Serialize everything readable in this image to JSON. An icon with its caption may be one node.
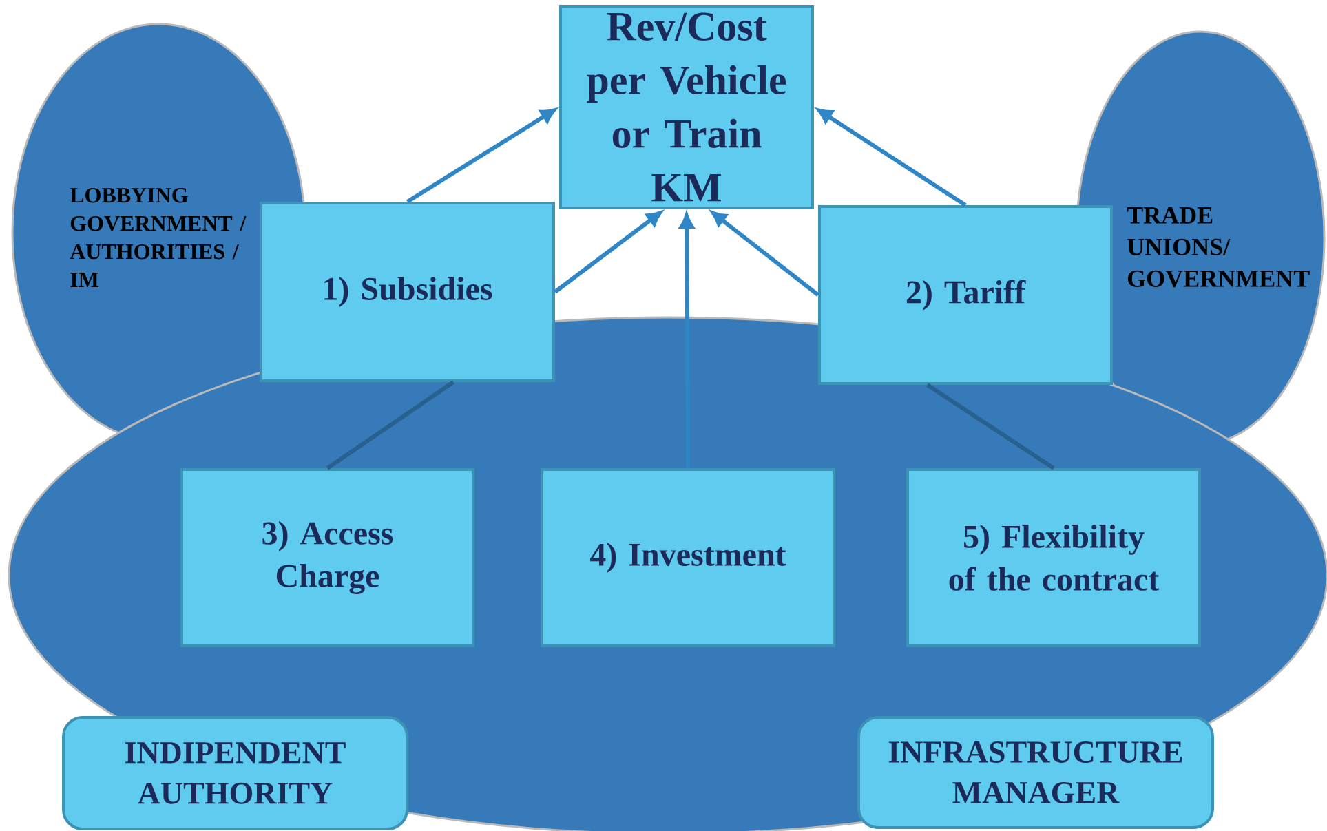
{
  "diagram": {
    "nodes": [
      {
        "text": [
          "LOBBYING GOVERNMENT / AUTHORITIES / IM"
        ]
      },
      {
        "text": [
          "Rev/Cost per Vehicle or Train KM"
        ]
      },
      {
        "text": [
          "TRADE UNIONS/ GOVERNMENT"
        ]
      },
      {
        "text": [
          "1) Subsidies"
        ]
      },
      {
        "text": [
          "2) Tariff"
        ]
      },
      {
        "text": [],
        "shape": "ellipse"
      },
      {
        "text": [
          "3) Access Charge"
        ],
        "in": 5
      },
      {
        "text": [
          "4) Investment"
        ],
        "in": 5
      },
      {
        "text": [
          "5) Flexibility of the contract"
        ],
        "in": 5
      },
      {
        "text": [
          "INDIPENDENT AUTHORITY"
        ]
      },
      {
        "text": [
          "INFRASTRUCTURE MANAGER"
        ],
        "in": 5
      }
    ],
    "edges": [
      {
        "from": 3,
        "to": 1,
        "arrow": "to"
      },
      {
        "from": 3,
        "to": 1,
        "arrow": "to"
      },
      {
        "from": 7,
        "to": 1,
        "arrow": "to"
      },
      {
        "from": 4,
        "to": 1,
        "arrow": "to"
      },
      {
        "from": 4,
        "to": 1,
        "arrow": "to"
      },
      {
        "from": 6,
        "to": 3,
        "arrow": "none",
        "color": "#28608e"
      },
      {
        "from": 8,
        "to": 4,
        "arrow": "none",
        "color": "#28608e"
      }
    ]
  }
}
